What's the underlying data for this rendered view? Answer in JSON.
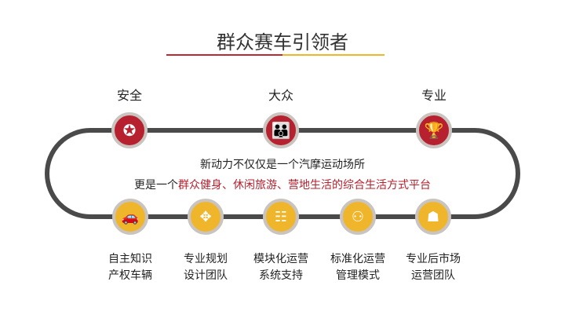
{
  "title": "群众赛车引领者",
  "top_nodes": [
    {
      "label": "安全",
      "icon": "star-shield-icon"
    },
    {
      "label": "大众",
      "icon": "family-icon"
    },
    {
      "label": "专业",
      "icon": "trophy-icon"
    }
  ],
  "center_text": {
    "line1": "新动力不仅仅是一个汽摩运动场所",
    "line2_prefix": "更是一个",
    "line2_highlight": "群众健身、休闲旅游、营地生活的综合生活方式平台"
  },
  "bottom_nodes": [
    {
      "line1": "自主知识",
      "line2": "产权车辆",
      "icon": "car-icon"
    },
    {
      "line1": "专业规划",
      "line2": "设计团队",
      "icon": "team-network-icon"
    },
    {
      "line1": "模块化运营",
      "line2": "系统支持",
      "icon": "org-chart-icon"
    },
    {
      "line1": "标准化运营",
      "line2": "管理模式",
      "icon": "hierarchy-icon"
    },
    {
      "line1": "专业后市场",
      "line2": "运营团队",
      "icon": "meeting-icon"
    }
  ],
  "colors": {
    "red": "#b7202e",
    "yellow": "#f0b62b",
    "track": "#4a4a4a"
  }
}
